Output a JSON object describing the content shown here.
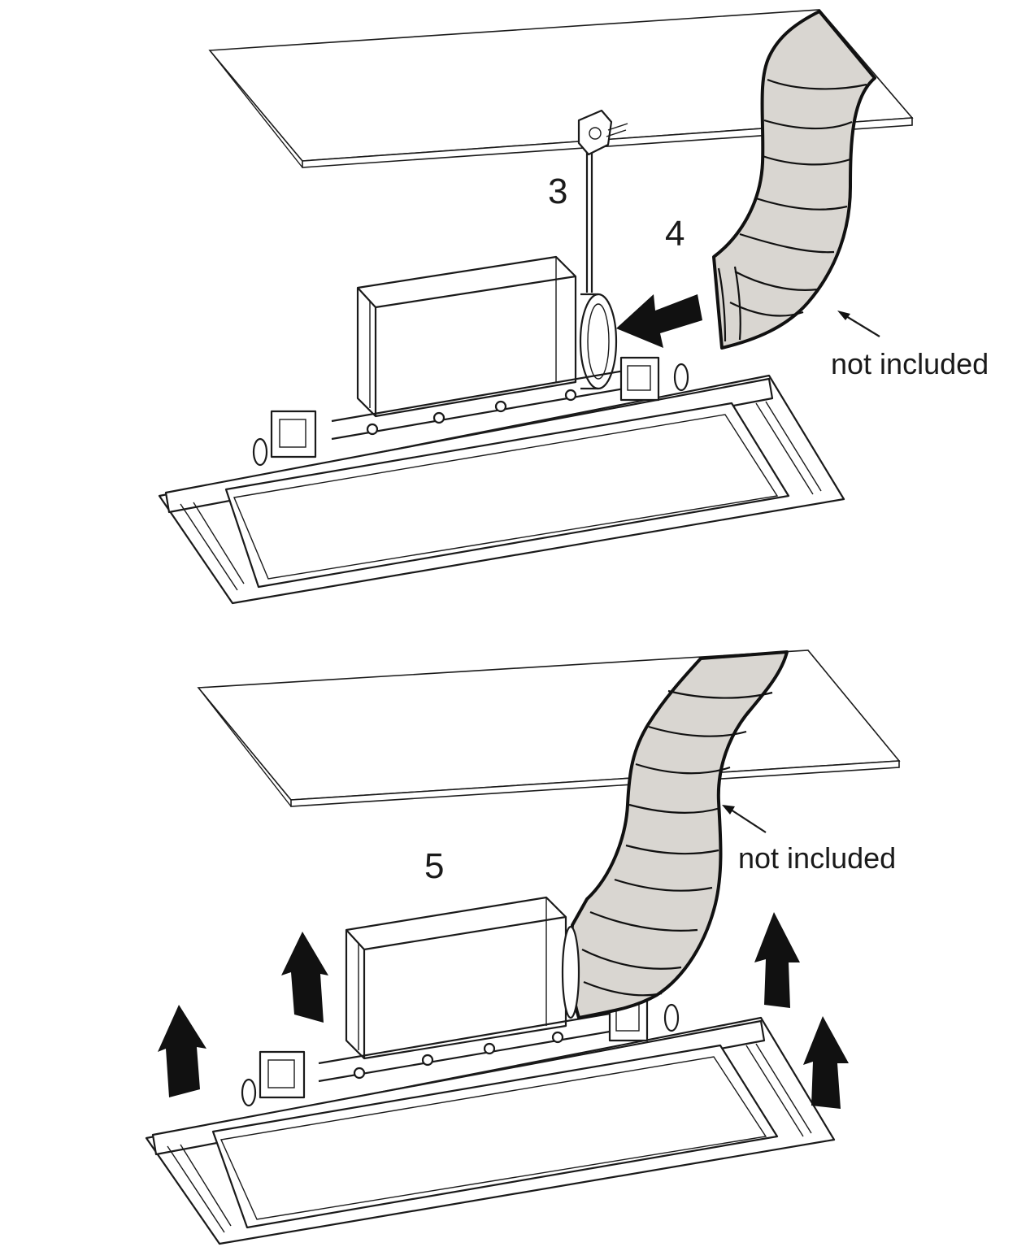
{
  "figure_top": {
    "step_cable": "3",
    "step_duct": "4",
    "duct_note": "not included"
  },
  "figure_bottom": {
    "step_raise": "5",
    "duct_note": "not included"
  },
  "colors": {
    "line": "#1a1a1a",
    "duct_fill": "#d9d6d1",
    "arrow_fill": "#111111"
  }
}
